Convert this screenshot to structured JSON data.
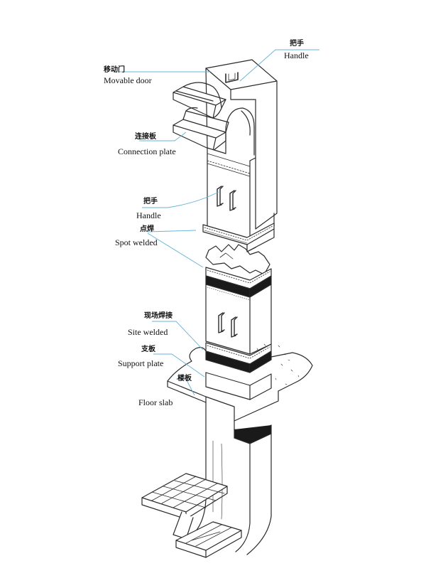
{
  "colors": {
    "ink": "#2a2a2a",
    "leader": "#67b3d6",
    "paper": "#ffffff",
    "joint": "#1a1a1a"
  },
  "labels": {
    "handle_top": {
      "zh": "把手",
      "en": "Handle"
    },
    "movable_door": {
      "zh": "移动门",
      "en": "Movable door"
    },
    "connection_plate": {
      "zh": "连接板",
      "en": "Connection plate"
    },
    "handle_mid": {
      "zh": "把手",
      "en": "Handle"
    },
    "spot_welded": {
      "zh": "点焊",
      "en": "Spot welded"
    },
    "site_welded": {
      "zh": "现场焊接",
      "en": "Site welded"
    },
    "support_plate": {
      "zh": "支板",
      "en": "Support plate"
    },
    "floor_slab": {
      "zh": "楼板",
      "en": "Floor slab"
    }
  }
}
